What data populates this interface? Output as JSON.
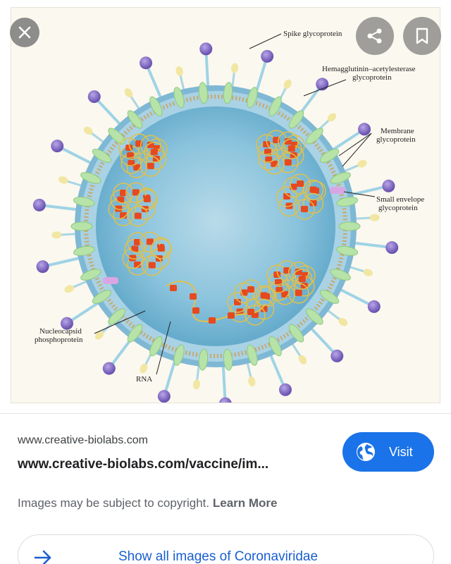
{
  "viewer": {
    "close_icon": "close-icon",
    "share_icon": "share-icon",
    "bookmark_icon": "bookmark-icon",
    "image": {
      "labels": {
        "spike": "Spike glycoprotein",
        "he_line1": "Hemagglutinin–acetylesterase",
        "he_line2": "glycoprotein",
        "membrane_line1": "Membrane",
        "membrane_line2": "glycoprotein",
        "envelope_line1": "Small envelope",
        "envelope_line2": "glycoprotein",
        "nucleocapsid_line1": "Nucleocapsid",
        "nucleocapsid_line2": "phosphoprotein",
        "rna": "RNA"
      }
    }
  },
  "source": {
    "domain": "www.creative-biolabs.com",
    "url": "www.creative-biolabs.com/vaccine/im..."
  },
  "visit_button": {
    "label": "Visit",
    "icon": "globe-icon"
  },
  "copyright": {
    "text": "Images may be subject to copyright. ",
    "learn_more": "Learn More"
  },
  "show_all": {
    "label": "Show all images of Coronaviridae",
    "icon": "arrow-right-icon"
  }
}
